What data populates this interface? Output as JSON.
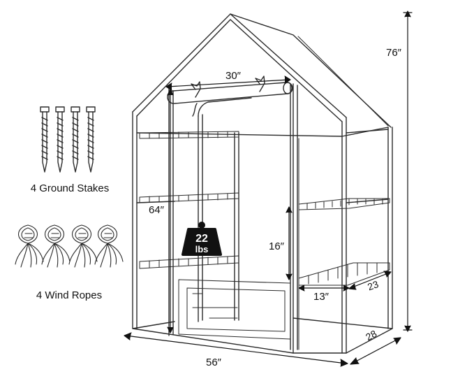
{
  "labels": {
    "ground_stakes": "4 Ground Stakes",
    "wind_ropes": "4 Wind Ropes",
    "height_total": "76″",
    "width_roll": "30″",
    "height_side": "64″",
    "shelf_gap": "16″",
    "shelf_depth": "13″",
    "shelf_width": "23",
    "depth_base": "28",
    "width_base": "56″",
    "weight_value": "22",
    "weight_unit": "lbs"
  },
  "colors": {
    "line": "#2a2a2a",
    "weight_badge": "#111111",
    "weight_text": "#ffffff"
  },
  "icons": [
    "ground-stake-icon",
    "wind-rope-icon",
    "weight-icon",
    "greenhouse-frame"
  ]
}
